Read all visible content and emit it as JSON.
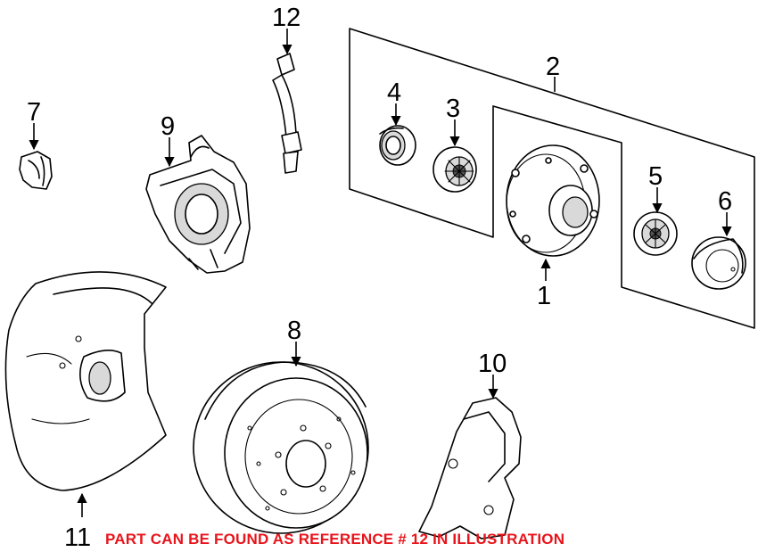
{
  "callouts": {
    "c1": "1",
    "c2": "2",
    "c3": "3",
    "c4": "4",
    "c5": "5",
    "c6": "6",
    "c7": "7",
    "c8": "8",
    "c9": "9",
    "c10": "10",
    "c11": "11",
    "c12": "12"
  },
  "note": "PART CAN BE FOUND AS REFERENCE # 12 IN ILLUSTRATION",
  "colors": {
    "note": "#e8141b",
    "line": "#000000",
    "background": "#ffffff"
  }
}
